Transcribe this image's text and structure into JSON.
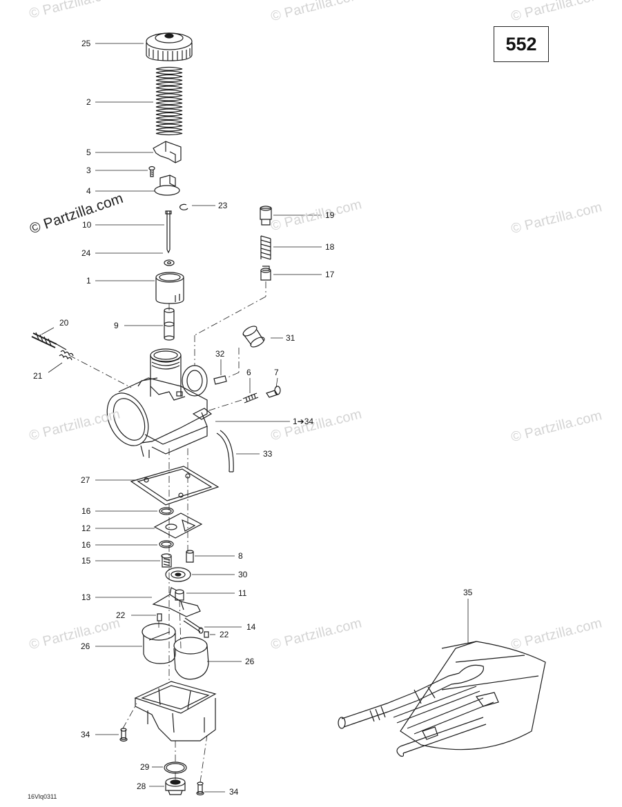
{
  "page_number": "552",
  "watermark_main": "© Partzilla.com",
  "watermark": "© Partzilla.com",
  "diagram_code": "16Vlq0311",
  "callouts": [
    {
      "id": "25",
      "text": "25"
    },
    {
      "id": "2",
      "text": "2"
    },
    {
      "id": "5",
      "text": "5"
    },
    {
      "id": "3",
      "text": "3"
    },
    {
      "id": "4",
      "text": "4"
    },
    {
      "id": "23",
      "text": "23"
    },
    {
      "id": "10",
      "text": "10"
    },
    {
      "id": "19",
      "text": "19"
    },
    {
      "id": "18",
      "text": "18"
    },
    {
      "id": "24",
      "text": "24"
    },
    {
      "id": "17",
      "text": "17"
    },
    {
      "id": "1",
      "text": "1"
    },
    {
      "id": "9",
      "text": "9"
    },
    {
      "id": "20",
      "text": "20"
    },
    {
      "id": "31",
      "text": "31"
    },
    {
      "id": "32",
      "text": "32"
    },
    {
      "id": "21",
      "text": "21"
    },
    {
      "id": "6",
      "text": "6"
    },
    {
      "id": "7",
      "text": "7"
    },
    {
      "id": "1to34",
      "text": "1➔34"
    },
    {
      "id": "33",
      "text": "33"
    },
    {
      "id": "27",
      "text": "27"
    },
    {
      "id": "16a",
      "text": "16"
    },
    {
      "id": "12",
      "text": "12"
    },
    {
      "id": "16b",
      "text": "16"
    },
    {
      "id": "8",
      "text": "8"
    },
    {
      "id": "15",
      "text": "15"
    },
    {
      "id": "30",
      "text": "30"
    },
    {
      "id": "11",
      "text": "11"
    },
    {
      "id": "13",
      "text": "13"
    },
    {
      "id": "35",
      "text": "35"
    },
    {
      "id": "22a",
      "text": "22"
    },
    {
      "id": "14",
      "text": "14"
    },
    {
      "id": "22b",
      "text": "22"
    },
    {
      "id": "26a",
      "text": "26"
    },
    {
      "id": "26b",
      "text": "26"
    },
    {
      "id": "34a",
      "text": "34"
    },
    {
      "id": "29",
      "text": "29"
    },
    {
      "id": "28",
      "text": "28"
    },
    {
      "id": "34b",
      "text": "34"
    }
  ],
  "colors": {
    "line": "#1a1a1a",
    "watermark": "#d4d4d4",
    "background": "#ffffff"
  }
}
